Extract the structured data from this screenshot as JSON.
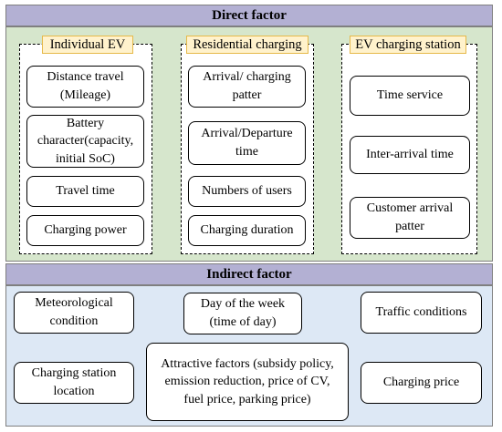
{
  "direct": {
    "title": "Direct factor",
    "groups": [
      {
        "title": "Individual EV",
        "items": [
          "Distance travel (Mileage)",
          "Battery character(capacity, initial SoC)",
          "Travel time",
          "Charging power"
        ]
      },
      {
        "title": "Residential charging",
        "items": [
          "Arrival/ charging patter",
          "Arrival/Departure time",
          "Numbers of users",
          "Charging duration"
        ]
      },
      {
        "title": "EV charging station",
        "items": [
          "Time service",
          "Inter-arrival time",
          "Customer arrival patter"
        ]
      }
    ]
  },
  "indirect": {
    "title": "Indirect factor",
    "items": [
      "Meteorological condition",
      "Day of the week (time of day)",
      "Traffic conditions",
      "Charging station location",
      "Attractive factors (subsidy policy, emission reduction, price of CV, fuel price, parking price)",
      "Charging price"
    ]
  },
  "colors": {
    "header": "#b3b0d3",
    "direct_bg": "#d6e6cc",
    "indirect_bg": "#dde8f5",
    "tag_bg": "#fff2cc",
    "tag_border": "#e6b94a"
  }
}
